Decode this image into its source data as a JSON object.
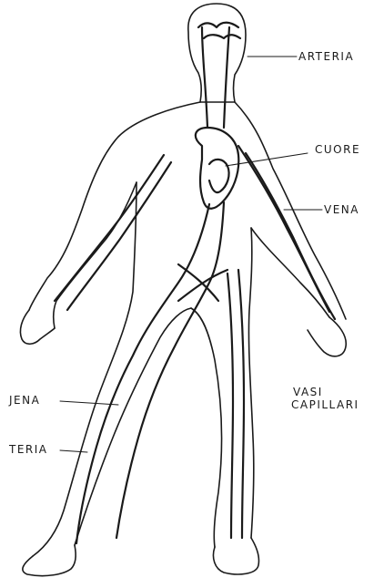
{
  "labels": {
    "arteria_top": "ARTERIA",
    "cuore": "CUORE",
    "vena_right": "VENA",
    "vasi_line1": "VASI",
    "vasi_line2": "CAPILLARI",
    "vena_left": "JENA",
    "arteria_left": "TERIA"
  },
  "colors": {
    "ink": "#1a1a1a",
    "paper": "#ffffff"
  }
}
